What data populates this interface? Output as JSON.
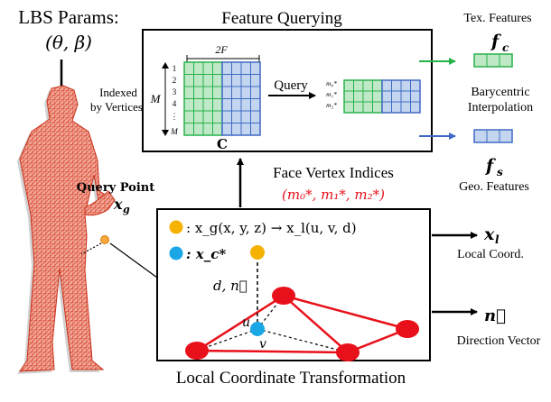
{
  "lbs": {
    "title": "LBS Params:",
    "params": "(θ, β)"
  },
  "feature_querying": {
    "title": "Feature Querying",
    "indexed_line1": "Indexed",
    "indexed_line2": "by Vertices",
    "width_label": "2F",
    "height_label": "M",
    "row_labels": [
      "1",
      "2",
      "3",
      "4",
      "⋮",
      "M"
    ],
    "matrix_label": "C",
    "query_label": "Query",
    "m_labels": [
      "m₀*",
      "m₁*",
      "m₂*"
    ]
  },
  "tex_features": {
    "label": "Tex. Features",
    "symbol": "f",
    "sub": "c"
  },
  "geo_features": {
    "label": "Geo. Features",
    "symbol": "f",
    "sub": "s"
  },
  "barycentric": {
    "line1": "Barycentric",
    "line2": "Interpolation"
  },
  "face_vertex": {
    "label": "Face Vertex Indices",
    "tuple": "(m₀*, m₁*, m₂*)"
  },
  "query_point": {
    "label": "Query Point",
    "symbol": "x",
    "sub": "g"
  },
  "local_panel": {
    "title": "Local Coordinate Transformation",
    "legend_xg": ": x_g(x, y, z) → x_l(u, v, d)",
    "legend_xc": ": x_c*",
    "dn_label": "d, n⃗",
    "u_label": "u",
    "v_label": "v"
  },
  "local_coord": {
    "label": "Local Coord.",
    "symbol": "x",
    "sub": "l"
  },
  "direction_vector": {
    "label": "Direction Vector",
    "symbol": "n⃗"
  },
  "colors": {
    "green": "#27b24a",
    "green_fill": "#bfe8c6",
    "blue": "#4169c4",
    "blue_fill": "#c4d6ef",
    "red": "#e8101a",
    "orange": "#f5b200",
    "cyan": "#1aa7e6",
    "body": "#e0654d"
  }
}
